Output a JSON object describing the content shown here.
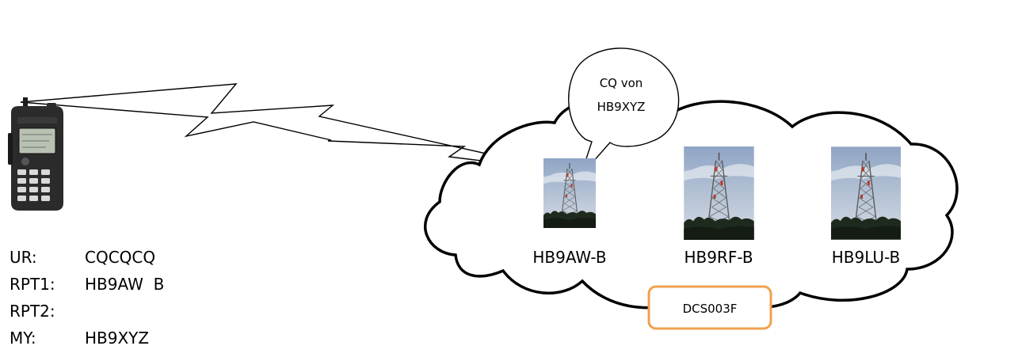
{
  "bubble": {
    "line1": "CQ von",
    "line2": "HB9XYZ"
  },
  "repeaters": [
    {
      "name": "HB9AW-B"
    },
    {
      "name": "HB9RF-B"
    },
    {
      "name": "HB9LU-B"
    }
  ],
  "reflector": {
    "label": "DCS003F",
    "color": "#F0A050"
  },
  "settings": [
    {
      "label": "UR:",
      "value": "CQCQCQ"
    },
    {
      "label": "RPT1:",
      "value": "HB9AW  B"
    },
    {
      "label": "RPT2:",
      "value": ""
    },
    {
      "label": "MY:",
      "value": "HB9XYZ"
    }
  ],
  "icons": [
    "handheld-radio-icon",
    "radio-tower-icon"
  ]
}
